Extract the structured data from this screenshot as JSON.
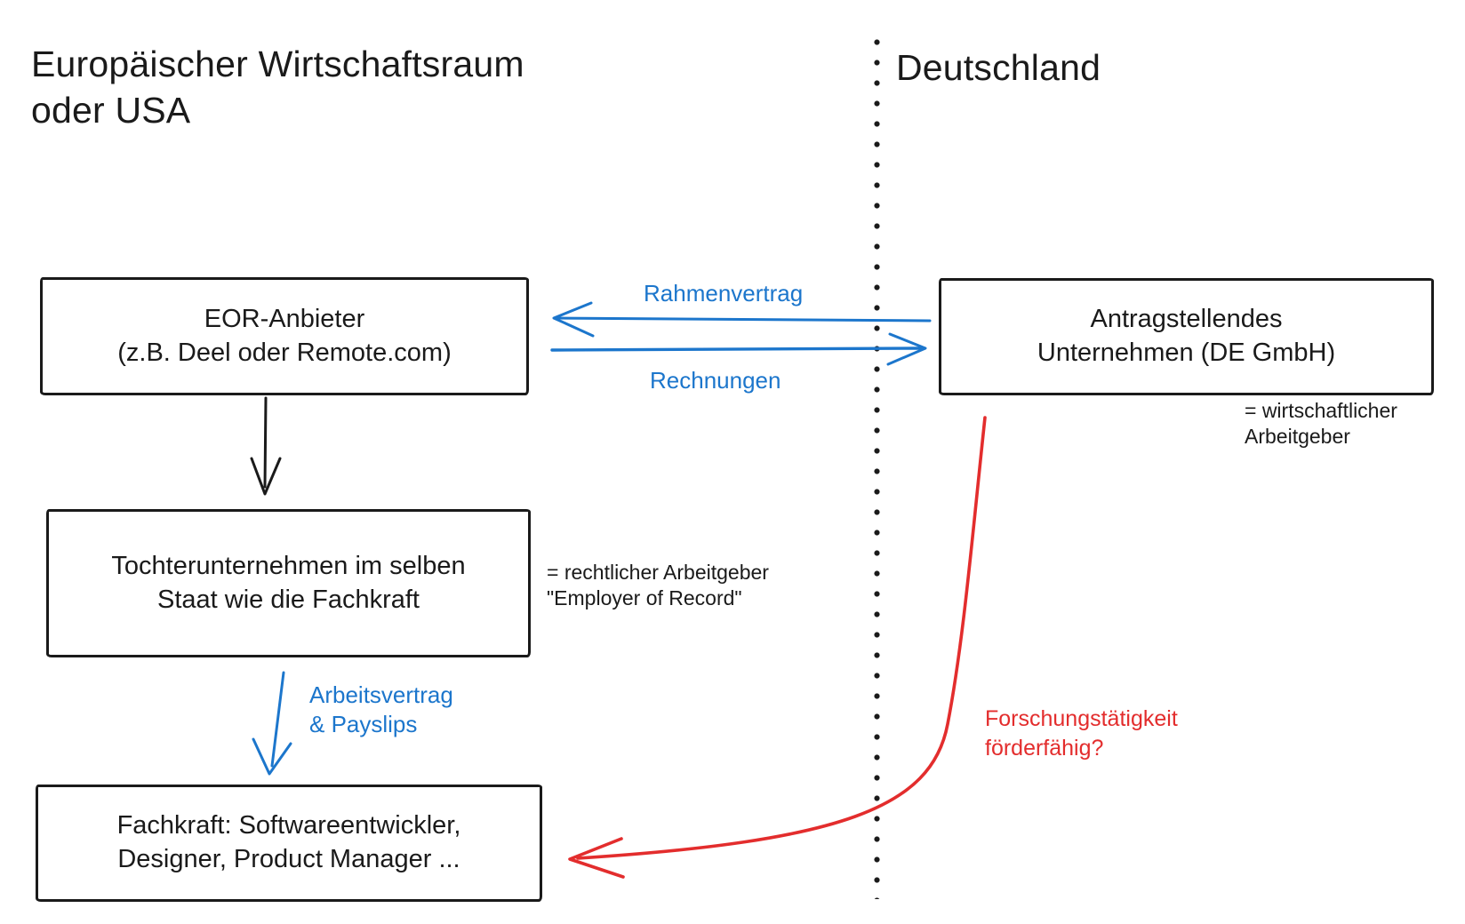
{
  "regions": {
    "left_title": "Europäischer Wirtschaftsraum\noder USA",
    "right_title": "Deutschland"
  },
  "boxes": {
    "eor_provider": "EOR-Anbieter\n(z.B. Deel oder Remote.com)",
    "applicant_company": "Antragstellendes\nUnternehmen (DE GmbH)",
    "subsidiary": "Tochterunternehmen im selben\nStaat wie die Fachkraft",
    "specialist": "Fachkraft: Softwareentwickler,\nDesigner, Product Manager ..."
  },
  "annotations": {
    "economic_employer": "= wirtschaftlicher\nArbeitgeber",
    "legal_employer": "= rechtlicher Arbeitgeber\n\"Employer of Record\"",
    "research_question": "Forschungstätigkeit\nförderfähig?"
  },
  "arrow_labels": {
    "rahmenvertrag": "Rahmenvertrag",
    "rechnungen": "Rechnungen",
    "employment": "Arbeitsvertrag\n& Payslips"
  },
  "colors": {
    "blue": "#1C76CC",
    "red": "#E32D2D",
    "ink": "#1A1A1A"
  }
}
